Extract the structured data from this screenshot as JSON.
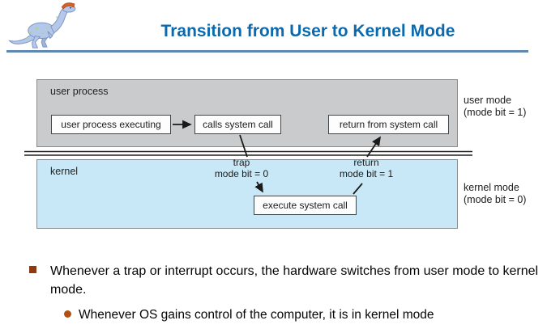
{
  "slide": {
    "title": "Transition from User to Kernel Mode",
    "colors": {
      "title_blue": "#0b6aae",
      "title_rule": "#5f87b0",
      "user_region_fill": "#cacbcc",
      "kernel_region_fill": "#c8e8f8",
      "region_border": "#8b8b8b",
      "bullet_square": "#8e3910",
      "bullet_dot": "#b2500f"
    },
    "logo_icon": "dinosaur-logo"
  },
  "diagram": {
    "user_region_label": "user process",
    "box_executing": "user process executing",
    "box_calls": "calls system call",
    "box_return": "return from system call",
    "kernel_region_label": "kernel",
    "box_execute": "execute system call",
    "trap": {
      "line1": "trap",
      "line2": "mode bit = 0"
    },
    "ret": {
      "line1": "return",
      "line2": "mode bit = 1"
    },
    "user_mode": {
      "line1": "user mode",
      "line2": "(mode bit = 1)"
    },
    "kernel_mode": {
      "line1": "kernel mode",
      "line2": "(mode bit = 0)"
    }
  },
  "bullets": {
    "main": "Whenever a trap or interrupt occurs, the hardware switches from user mode to kernel mode.",
    "sub": "Whenever OS gains control of the computer, it is in kernel mode"
  }
}
